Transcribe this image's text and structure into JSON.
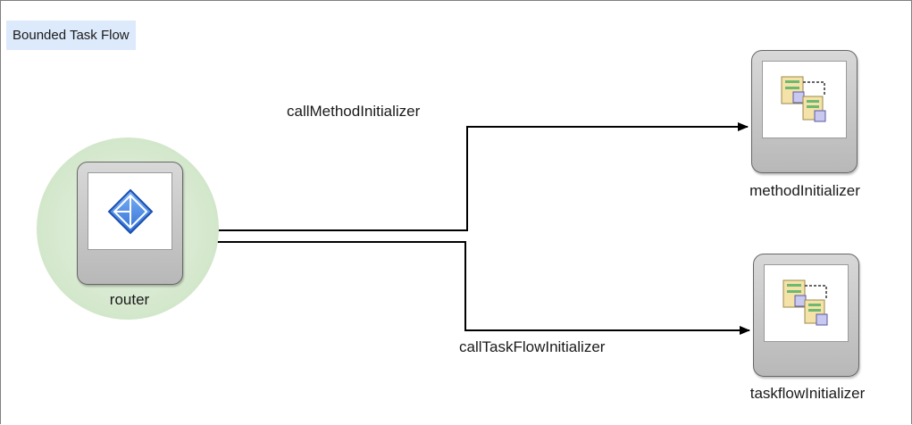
{
  "diagram": {
    "title": "Bounded Task Flow",
    "nodes": [
      {
        "id": "router",
        "label": "router",
        "kind": "router",
        "icon": "router-diamond-icon"
      },
      {
        "id": "methodInitializer",
        "label": "methodInitializer",
        "kind": "task-flow-call",
        "icon": "task-flow-call-icon"
      },
      {
        "id": "taskflowInitializer",
        "label": "taskflowInitializer",
        "kind": "task-flow-call",
        "icon": "task-flow-call-icon"
      }
    ],
    "edges": [
      {
        "from": "router",
        "to": "methodInitializer",
        "label": "callMethodInitializer"
      },
      {
        "from": "router",
        "to": "taskflowInitializer",
        "label": "callTaskFlowInitializer"
      }
    ],
    "default_activity": "router",
    "colors": {
      "default_activity_halo": "#d6e9cf",
      "router_icon": "#2f6fd6",
      "title_background": "#ddeafc"
    }
  }
}
